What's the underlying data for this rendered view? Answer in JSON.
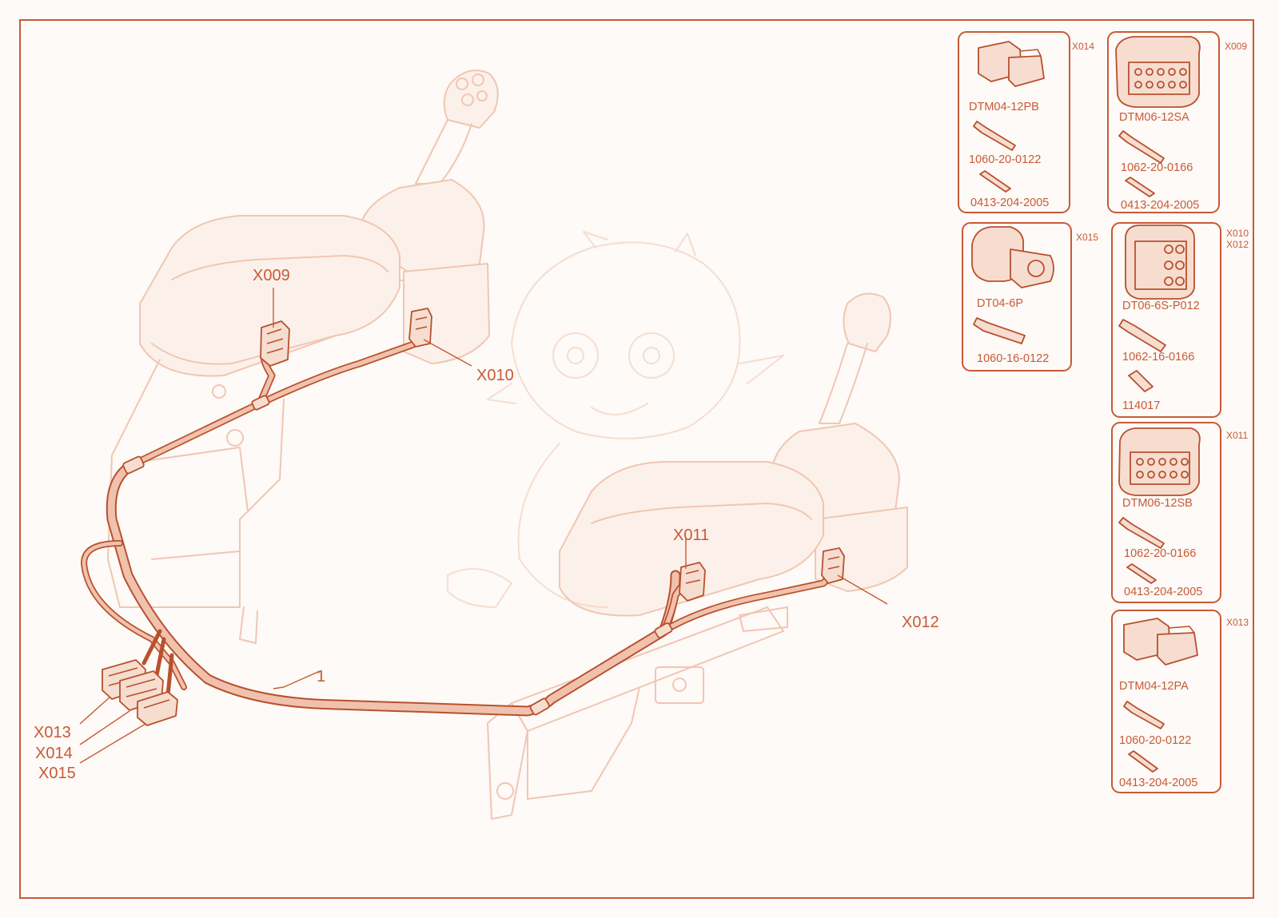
{
  "harness": {
    "item_number": "1",
    "callouts": {
      "x009": "X009",
      "x010": "X010",
      "x011": "X011",
      "x012": "X012",
      "x013": "X013",
      "x014": "X014",
      "x015": "X015"
    }
  },
  "panels": [
    {
      "id": "X014",
      "parts": [
        "DTM04-12PB",
        "1060-20-0122",
        "0413-204-2005"
      ]
    },
    {
      "id": "X009",
      "parts": [
        "DTM06-12SA",
        "1062-20-0166",
        "0413-204-2005"
      ]
    },
    {
      "id": "X015",
      "parts": [
        "DT04-6P",
        "1060-16-0122"
      ]
    },
    {
      "id": "X010",
      "id2": "X012",
      "parts": [
        "DT06-6S-P012",
        "1062-16-0166",
        "114017"
      ]
    },
    {
      "id": "X011",
      "parts": [
        "DTM06-12SB",
        "1062-20-0166",
        "0413-204-2005"
      ]
    },
    {
      "id": "X013",
      "parts": [
        "DTM04-12PA",
        "1060-20-0122",
        "0413-204-2005"
      ]
    }
  ],
  "colors": {
    "accent": "#c85a36",
    "ghost": "#f1c6b2",
    "cable": "#f0c2ad"
  }
}
